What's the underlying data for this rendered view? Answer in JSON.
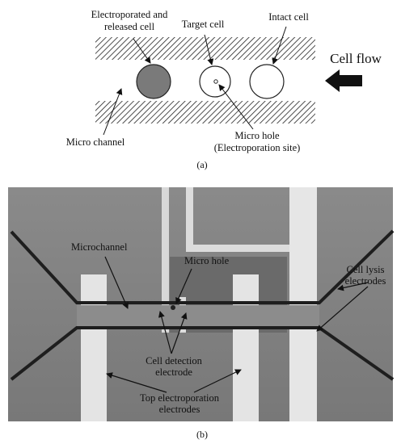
{
  "panel_a": {
    "labels": {
      "electroporated_line1": "Electroporated and",
      "electroporated_line2": "released cell",
      "target_cell": "Target cell",
      "intact_cell": "Intact cell",
      "cell_flow": "Cell flow",
      "micro_channel": "Micro channel",
      "micro_hole_line1": "Micro hole",
      "micro_hole_line2": "(Electroporation site)"
    },
    "caption": "(a)"
  },
  "panel_b": {
    "labels": {
      "microchannel": "Microchannel",
      "micro_hole": "Micro hole",
      "cell_lysis_line1": "Cell lysis",
      "cell_lysis_line2": "electrodes",
      "cell_detection_line1": "Cell detection",
      "cell_detection_line2": "electrode",
      "top_electroporation_line1": "Top electroporation",
      "top_electroporation_line2": "electrodes"
    },
    "caption": "(b)"
  },
  "colors": {
    "released_cell_fill": "#7a7a7a",
    "photo_background": "#6f6f6f",
    "electrode_light": "#e6e6e6"
  }
}
